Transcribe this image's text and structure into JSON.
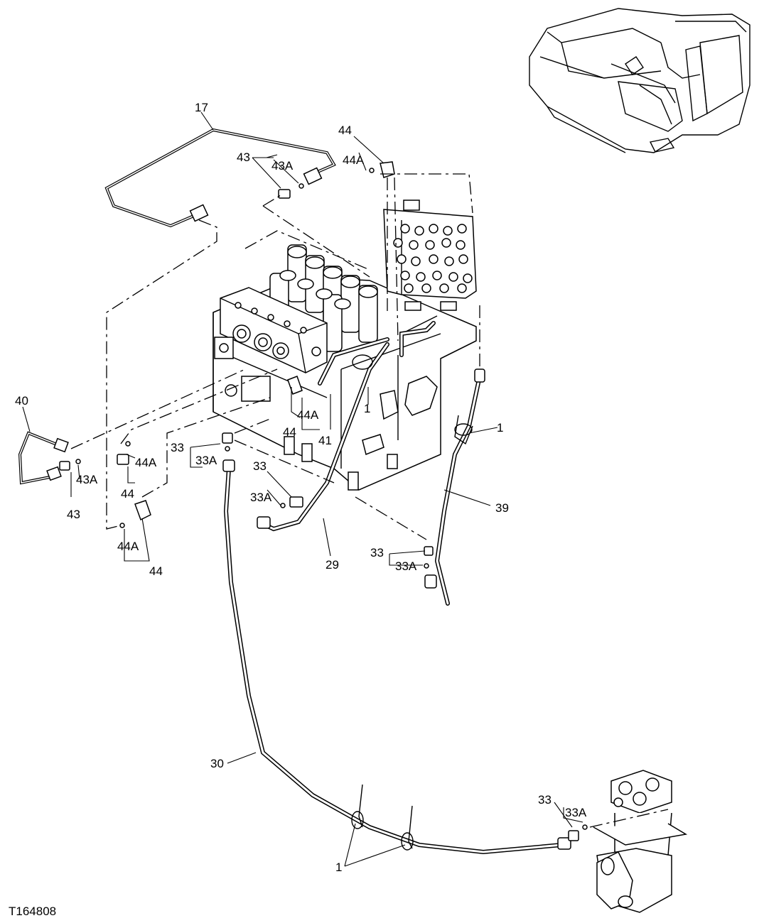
{
  "figure_id": "T164808",
  "labels": {
    "l17": "17",
    "l44_top": "44",
    "l44A_top": "44A",
    "l43_top": "43",
    "l43A_top": "43A",
    "l40": "40",
    "l43A_left": "43A",
    "l43_left": "43",
    "l44A_left": "44A",
    "l44_left": "44",
    "l44A_bl": "44A",
    "l44_bl": "44",
    "l33_a": "33",
    "l33A_a": "33A",
    "l33_b": "33",
    "l33A_b": "33A",
    "l44A_mid": "44A",
    "l44_mid": "44",
    "l41": "41",
    "l1_mid": "1",
    "l1_right": "1",
    "l39": "39",
    "l29": "29",
    "l33_c": "33",
    "l33A_c": "33A",
    "l30": "30",
    "l33_d": "33",
    "l33A_d": "33A",
    "l1_bottom": "1"
  }
}
